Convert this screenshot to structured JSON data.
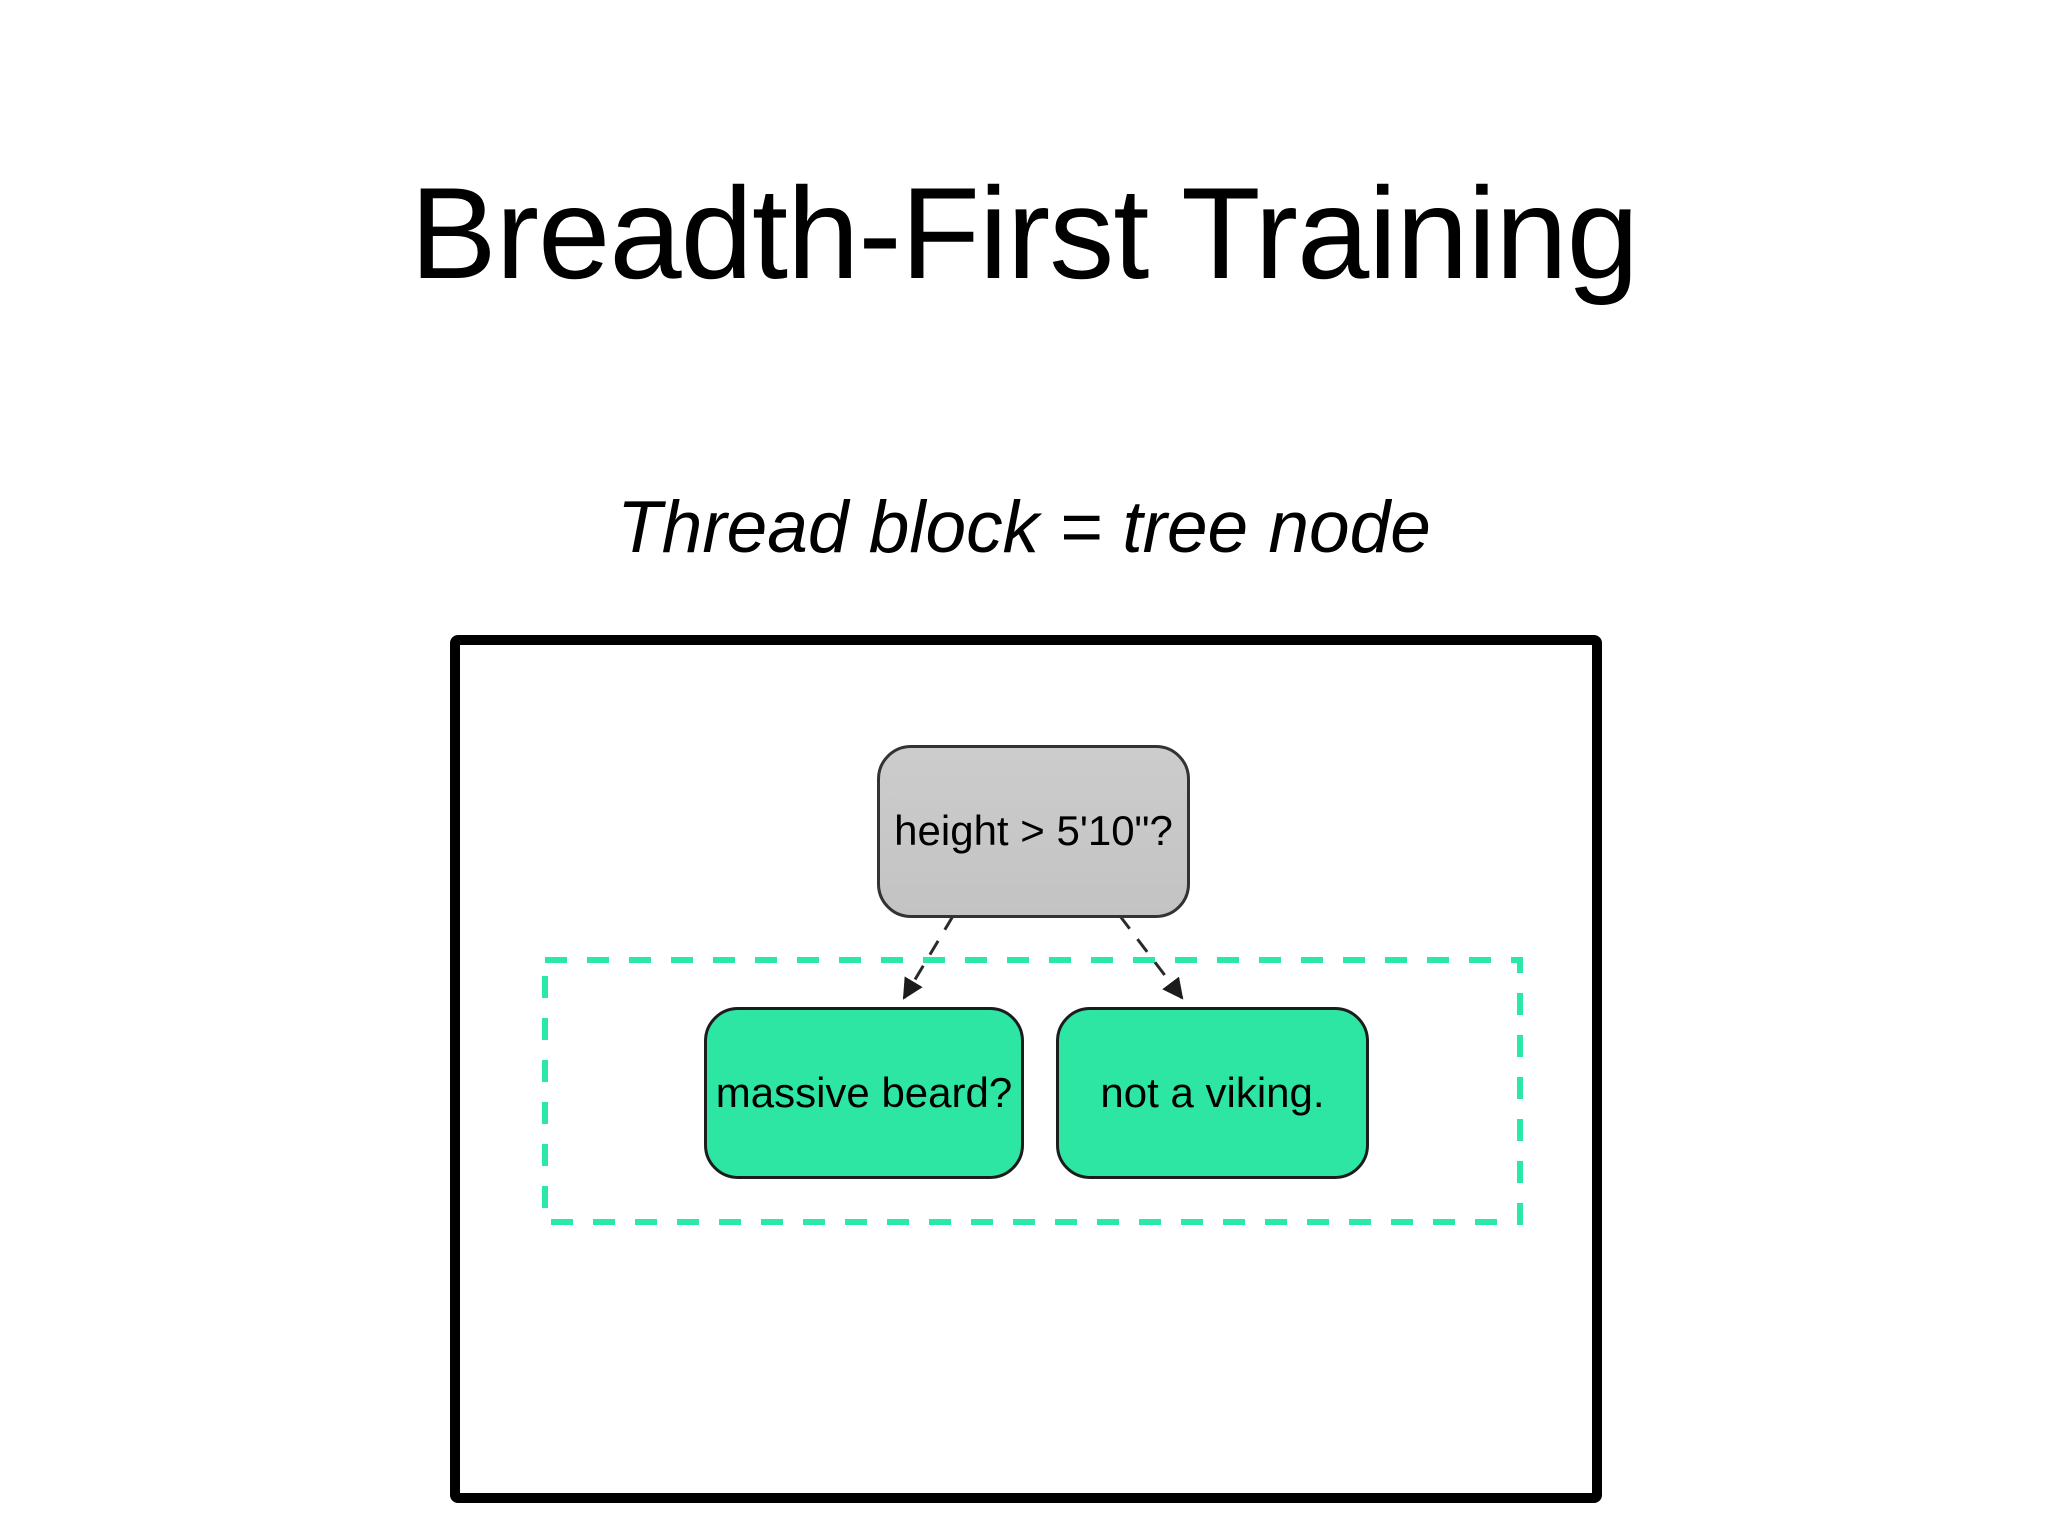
{
  "slide": {
    "title": "Breadth-First Training",
    "subtitle": "Thread block = tree node"
  },
  "diagram": {
    "root": {
      "label": "height > 5'10\"?"
    },
    "left_child": {
      "label": "massive beard?"
    },
    "right_child": {
      "label": "not a viking."
    },
    "colors": {
      "leaf_node_fill": "#2de6a3",
      "dashed_group_border": "#2ae8a5",
      "root_node_fill": "#c7c7c7",
      "frame_border": "#000000",
      "arrow": "#2a2a2a",
      "background": "#ffffff",
      "text": "#000000"
    }
  }
}
